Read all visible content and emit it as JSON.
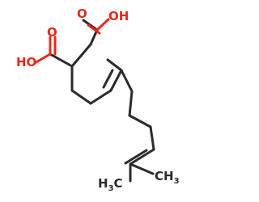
{
  "molecule": {
    "labels": {
      "carbonyl_oxygen_top": "O",
      "hydroxyl_top": "OH",
      "carbonyl_oxygen_left": "O",
      "hydroxyl_left": "HO",
      "methyl_left_main": "H",
      "methyl_left_sub": "3",
      "methyl_left_end": "C",
      "methyl_right_main": "CH",
      "methyl_right_sub": "3"
    },
    "colors": {
      "carbon_bond": "#2b2b2b",
      "oxygen": "#e8281a"
    }
  }
}
